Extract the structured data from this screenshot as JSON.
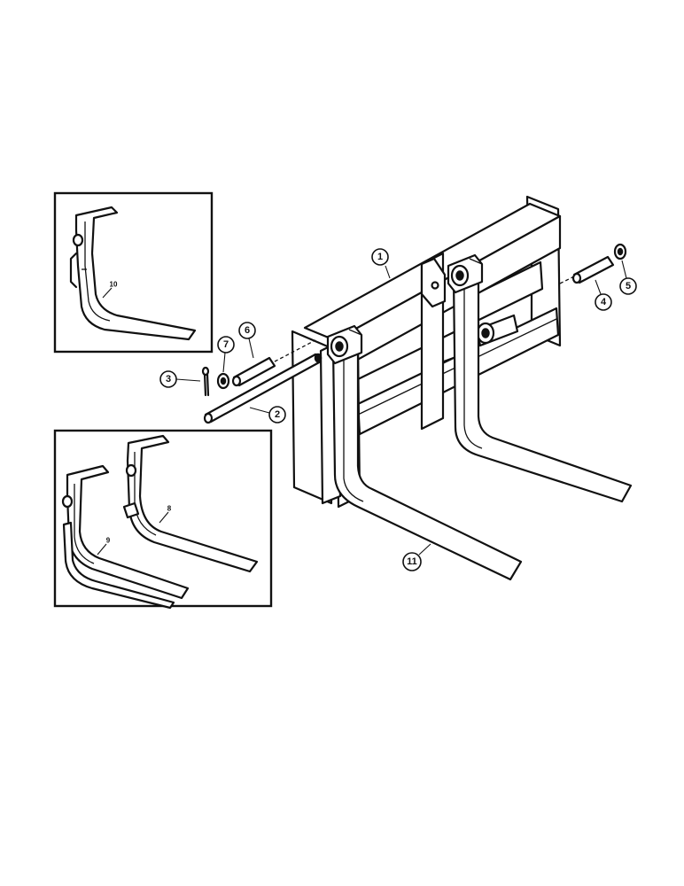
{
  "callouts": {
    "frame": "1",
    "long_pin": "2",
    "cotter_pin": "3",
    "right_pin": "4",
    "right_washer": "5",
    "left_pin": "6",
    "left_washer": "7",
    "fork": "11"
  },
  "inset_labels": {
    "inset_top_fork": "10",
    "inset_bottom_fork_a": "8",
    "inset_bottom_fork_b": "9"
  }
}
